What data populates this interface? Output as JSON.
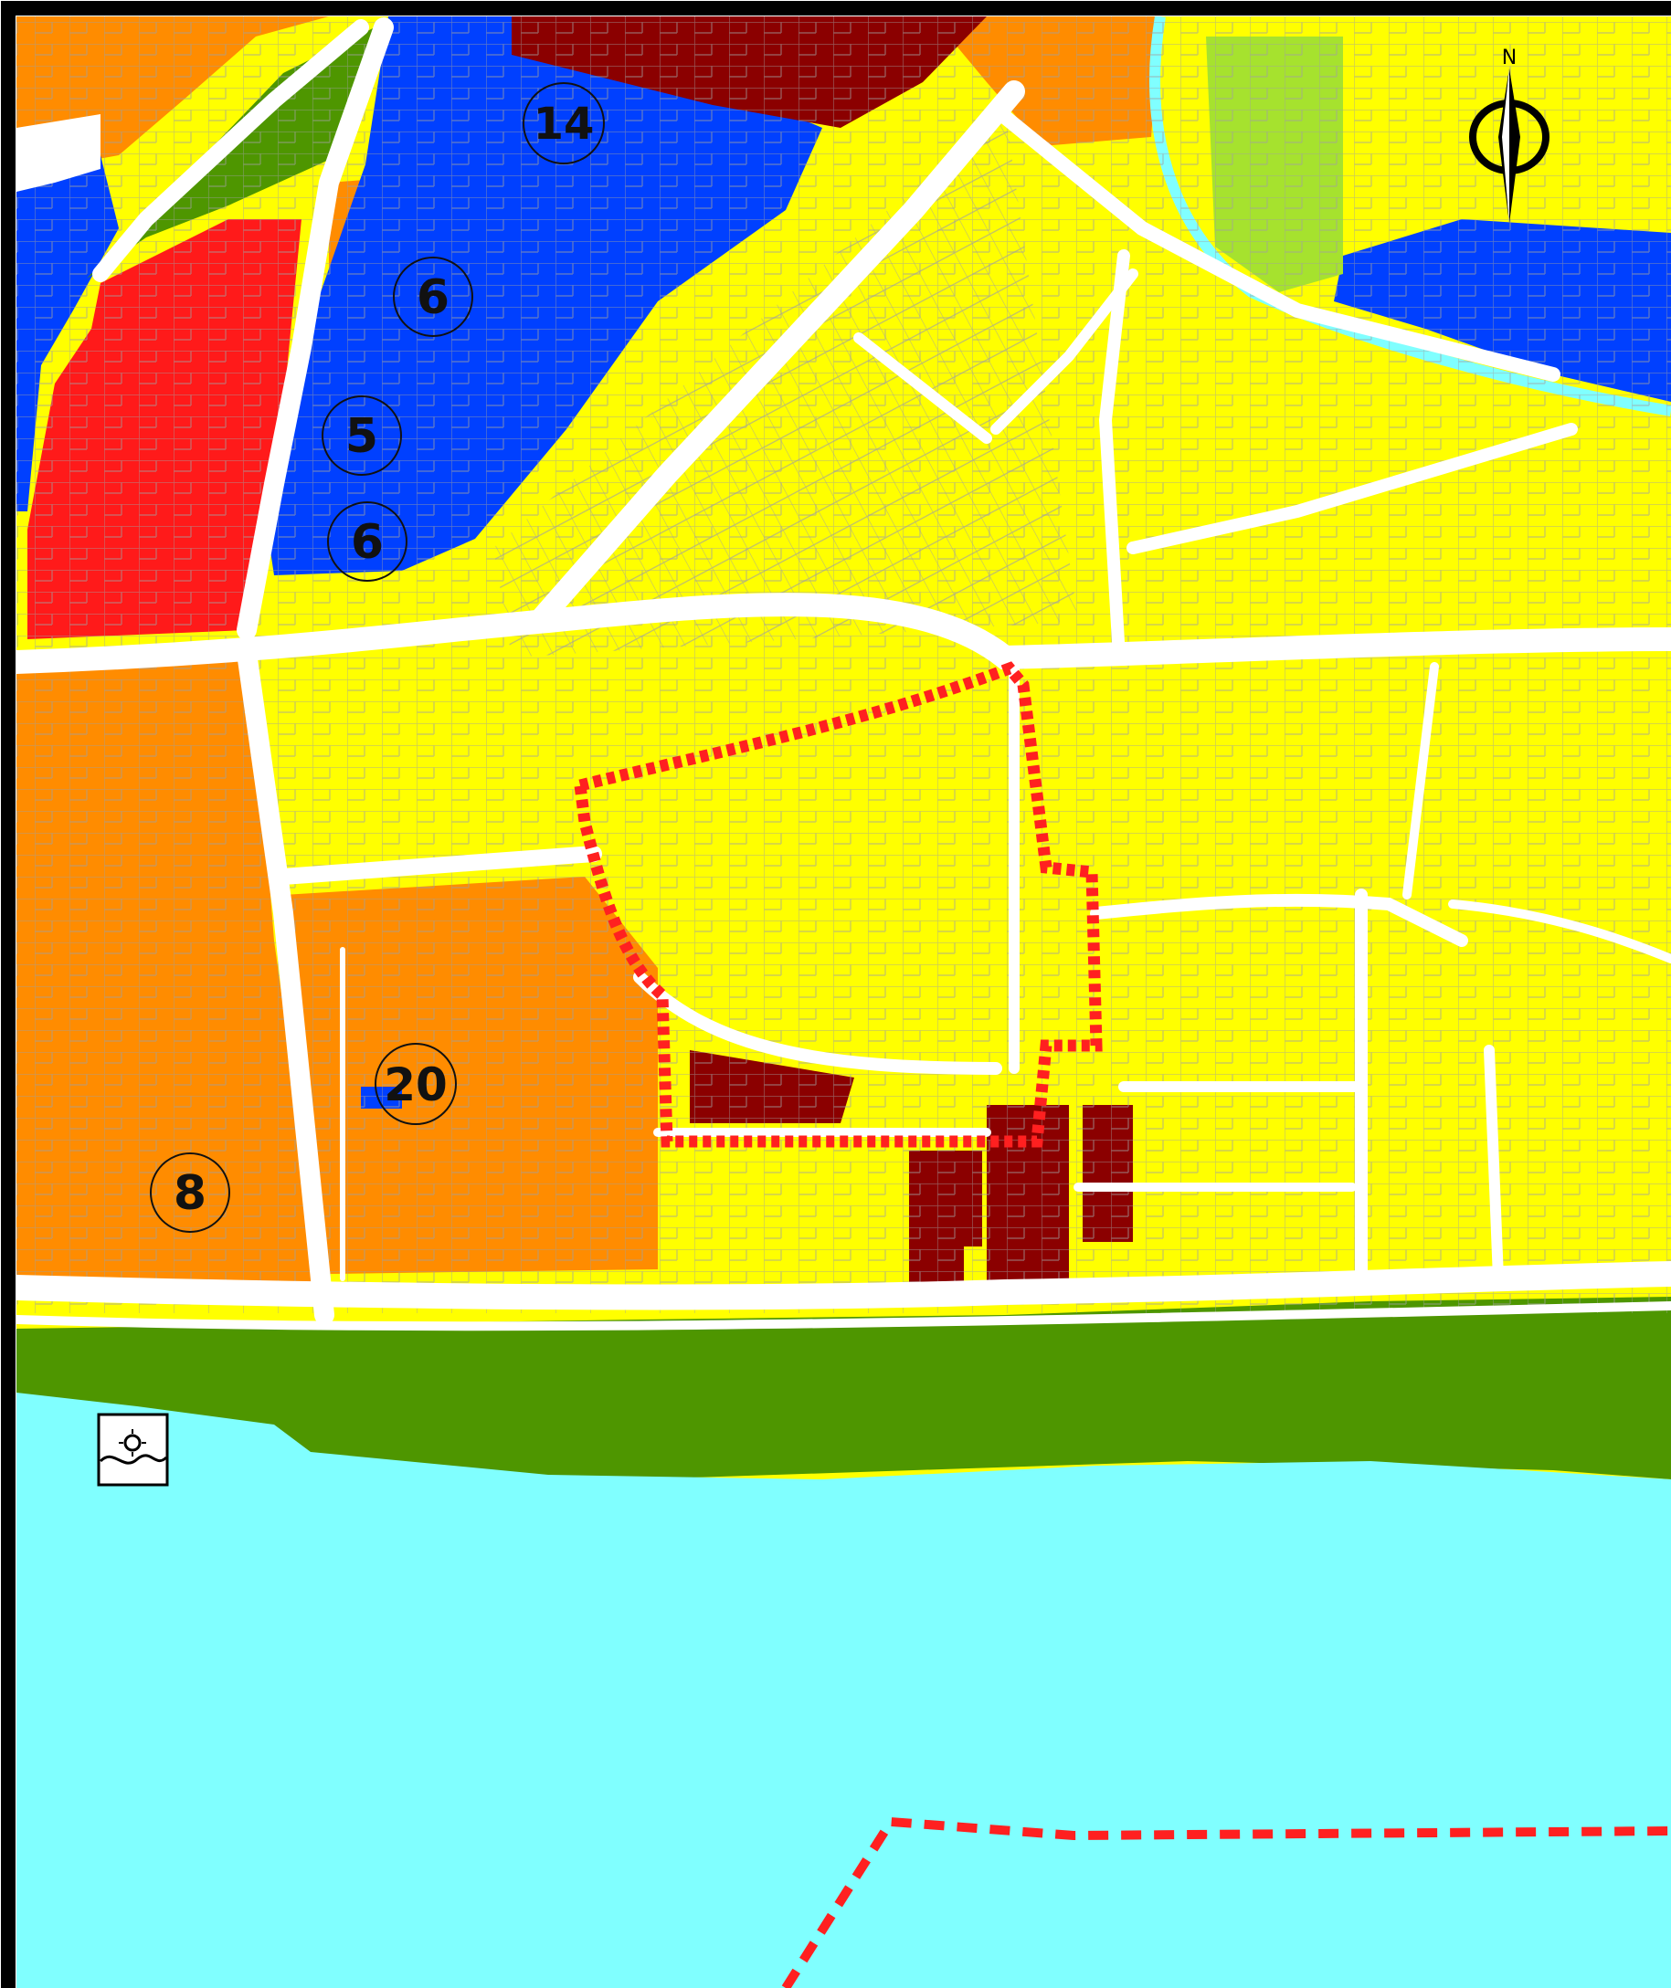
{
  "map": {
    "north_label": "N",
    "zone_labels": [
      "14",
      "6",
      "5",
      "6",
      "20",
      "8"
    ],
    "colors": {
      "residential": "#ffff00",
      "mixed": "#ff8c00",
      "public": "#0040ff",
      "commercial": "#ff1a1a",
      "heritage": "#8b0000",
      "green": "#4e9600",
      "light_green": "#a6e22e",
      "water": "#80ffff",
      "road": "#ffffff",
      "parcel_line": "#a0a0a0",
      "boundary": "#ff2020",
      "frame": "#000000"
    },
    "icons": [
      "north-arrow-icon",
      "riverside-recreation-icon"
    ]
  }
}
